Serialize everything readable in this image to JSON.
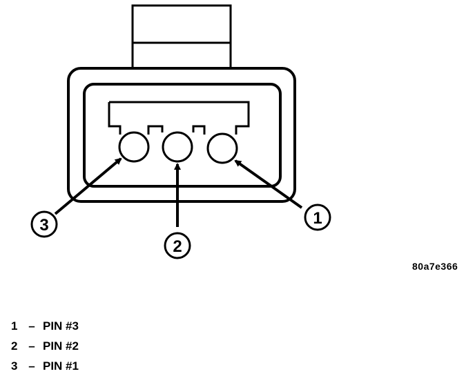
{
  "figure_id": "80a7e366",
  "callouts": [
    "1",
    "2",
    "3"
  ],
  "legend": [
    {
      "num": "1",
      "sep": "–",
      "label": "PIN #3"
    },
    {
      "num": "2",
      "sep": "–",
      "label": "PIN #2"
    },
    {
      "num": "3",
      "sep": "–",
      "label": "PIN #1"
    }
  ]
}
